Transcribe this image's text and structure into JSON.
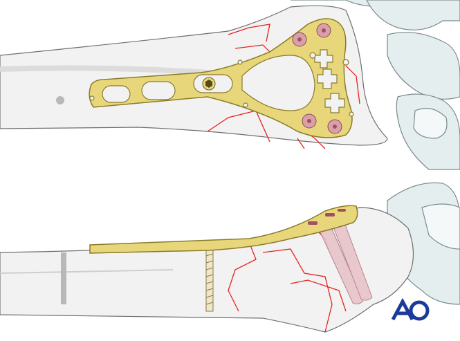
{
  "logo": {
    "text": "AO",
    "color": "#1a3a9c"
  },
  "colors": {
    "bone_fill": "#f2f2f2",
    "bone_stroke": "#6e6e6e",
    "carpal_fill": "#e4eeee",
    "plate_fill": "#e8d77a",
    "plate_stroke": "#8a7a2a",
    "fracture_line": "#e82020",
    "locking_screw": "#d9a0aa",
    "cortical_screw": "#efe7c8"
  },
  "views": [
    "top-view-plate-fixation",
    "lateral-view-plate-fixation"
  ]
}
